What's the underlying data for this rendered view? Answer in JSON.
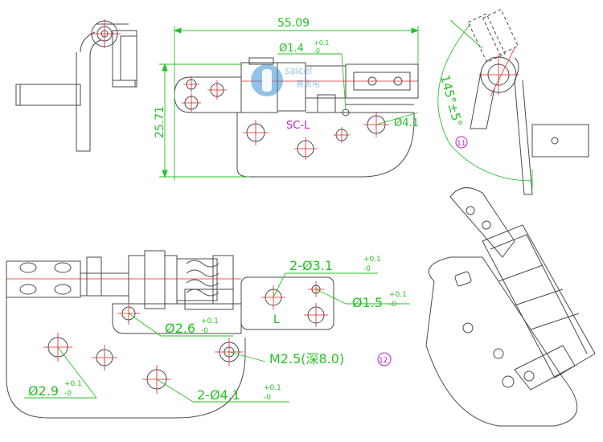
{
  "colors": {
    "outline": "#4a4a4a",
    "dimension": "#22c322",
    "center_line": "#e02020",
    "callout": "#c020c0",
    "background": "#ffffff",
    "logo": "#3a8fd0"
  },
  "top_view": {
    "length": "55.09",
    "height": "25.71",
    "small_hole_dia": "Ø1.4",
    "small_hole_tol_plus": "+0.1",
    "small_hole_tol_minus": "-0",
    "side_label": "SC-L",
    "hole_dia": "Ø4.1"
  },
  "side_view": {
    "angle": "145°±5°",
    "callout_11": "11"
  },
  "bottom_view": {
    "holes_31": "2-Ø3.1",
    "holes_31_tol_plus": "+0.1",
    "holes_31_tol_minus": "-0",
    "hole_15": "Ø1.5",
    "hole_15_tol_plus": "+0.1",
    "hole_15_tol_minus": "-0",
    "hole_26": "Ø2.6",
    "hole_26_tol_plus": "+0.1",
    "hole_26_tol_minus": "-0",
    "thread": "M2.5(深8.0)",
    "callout_12": "12",
    "hole_29": "Ø2.9",
    "hole_29_tol_plus": "+0.1",
    "hole_29_tol_minus": "-0",
    "holes_41": "2-Ø4.1",
    "holes_41_tol_plus": "+0.1",
    "holes_41_tol_minus": "-0",
    "side_label": "L"
  },
  "watermark": {
    "text": "saicel",
    "chinese": "赛思电"
  }
}
